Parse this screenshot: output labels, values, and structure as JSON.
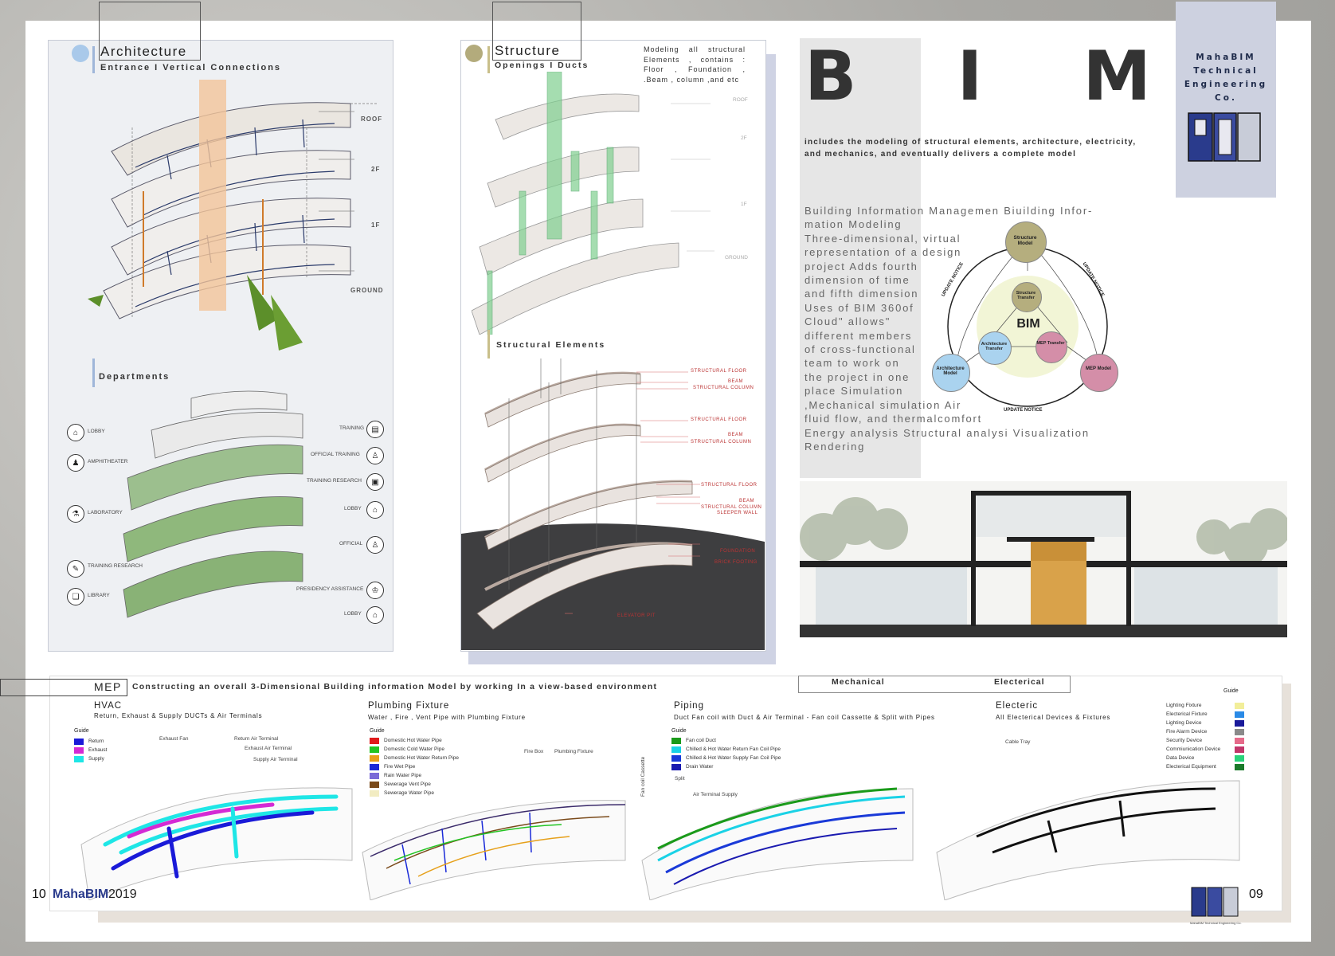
{
  "architecture": {
    "title": "Architecture",
    "subtitle": "Entrance I Vertical Connections",
    "levels": [
      "ROOF",
      "2F",
      "1F",
      "GROUND"
    ],
    "departments_title": "Departments",
    "departments_left": [
      "LOBBY",
      "AMPHITHEATER",
      "LABORATORY",
      "TRAINING RESEARCH",
      "LIBRARY"
    ],
    "departments_right": [
      "TRAINING",
      "OFFICIAL TRAINING",
      "TRAINING RESEARCH",
      "LOBBY",
      "OFFICIAL",
      "PRESIDENCY ASSISTANCE",
      "LOBBY"
    ]
  },
  "structure": {
    "title": "Structure",
    "subtitle": "Openings I Ducts",
    "description": "Modeling all structural Elements , contains : Floor , Foundation , .Beam , column ,and etc",
    "levels": [
      "ROOF",
      "2F",
      "1F",
      "GROUND"
    ],
    "elements_title": "Structural Elements",
    "element_labels": [
      "STRUCTURAL FLOOR",
      "BEAM",
      "STRUCTURAL COLUMN",
      "STRUCTURAL FLOOR",
      "BEAM",
      "STRUCTURAL COLUMN",
      "STRUCTURAL FLOOR",
      "BEAM",
      "STRUCTURAL COLUMN",
      "SLEEPER WALL",
      "FOUNDATION",
      "BRICK FOOTING",
      "ELEVATOR PIT"
    ]
  },
  "bim": {
    "title": "B I M",
    "intro": "includes the modeling of structural elements, architecture, electricity, and mechanics, and eventually delivers a complete model",
    "para_lines": [
      "Building Information Managemen Biuilding Infor-",
      "mation Modeling",
      "Three-dimensional, virtual",
      "representation of a design",
      "project Adds fourth",
      "dimension of time",
      "and fifth dimension",
      "Uses of BIM 360of",
      "Cloud\" allows\"",
      "different members",
      "of cross-functional",
      "team to work on",
      "the project in one",
      "place Simulation",
      ",Mechanical simulation Air",
      "fluid flow, and thermalcomfort",
      "Energy analysis  Structural analysi  Visualization",
      "Rendering"
    ],
    "diagram": {
      "center": "BIM",
      "nodes": {
        "structure_model": "Structure Model",
        "structure_transfer": "Structure Transfer",
        "architecture_transfer": "Architecture Transfer",
        "mep_transfer": "MEP Transfer",
        "architecture_model": "Architecture Model",
        "mep_model": "MEP Model"
      },
      "update_notice": "UPDATE NOTICE"
    }
  },
  "logo": {
    "line1": "MahaBIM",
    "line2": "Technical",
    "line3": "Engineering Co."
  },
  "mep": {
    "title": "MEP",
    "headline": "Constructing an overall 3-Dimensional Building information Model by working In a view-based environment",
    "tabs": [
      "Mechanical",
      "Electerical"
    ],
    "guide_label": "Guide",
    "hvac": {
      "title": "HVAC",
      "subtitle": "Return, Exhaust & Supply DUCTs & Air Terminals",
      "guide": [
        {
          "label": "Return",
          "color": "#1a1ad8"
        },
        {
          "label": "Exhaust",
          "color": "#d42ad4"
        },
        {
          "label": "Supply",
          "color": "#1ee6e6"
        }
      ],
      "callouts": [
        "Exhaust Fan",
        "Return Air Terminal",
        "Exhaust Air Terminal",
        "Supply Air Terminal"
      ]
    },
    "plumbing": {
      "title": "Plumbing Fixture",
      "subtitle": "Water , Fire , Vent Pipe with Plumbing Fixture",
      "guide": [
        {
          "label": "Domestic Hot Water Pipe",
          "color": "#e01a1a"
        },
        {
          "label": "Domestic Cold Water Pipe",
          "color": "#22c422"
        },
        {
          "label": "Domestic Hot Water Return Pipe",
          "color": "#e6a01a"
        },
        {
          "label": "Fire Wet Pipe",
          "color": "#1a2ad8"
        },
        {
          "label": "Rain Water Pipe",
          "color": "#7a6ad8"
        },
        {
          "label": "Sewerage Vent Pipe",
          "color": "#7a4a1a"
        },
        {
          "label": "Sewerage Water Pipe",
          "color": "#f2ecc2"
        }
      ],
      "callouts": [
        "Fire Box",
        "Plumbing Fixture"
      ]
    },
    "piping": {
      "title": "Piping",
      "subtitle": "Duct Fan coil with Duct & Air Terminal - Fan coil Cassette & Split with Pipes",
      "guide": [
        {
          "label": "Fan coil Duct",
          "color": "#1a9a1a"
        },
        {
          "label": "Chilled & Hot Water Return Fan Coil Pipe",
          "color": "#1ad2e6"
        },
        {
          "label": "Chilled & Hot Water Supply Fan Coil Pipe",
          "color": "#1a3ad8"
        },
        {
          "label": "Drain Water",
          "color": "#1a1ab0"
        }
      ],
      "callouts": [
        "Split",
        "Air Terminal Supply",
        "Fan coil Cassette"
      ]
    },
    "electric": {
      "title": "Electeric",
      "subtitle": "All Electerical Devices & Fixtures",
      "guide": [
        {
          "label": "Lighting Fixture",
          "color": "#f2ee9a"
        },
        {
          "label": "Electerical Fixture",
          "color": "#2a8ae6"
        },
        {
          "label": "Lighting Device",
          "color": "#1a1a9a"
        },
        {
          "label": "Fire Alarm Device",
          "color": "#8a8a8a"
        },
        {
          "label": "Security Device",
          "color": "#e66a8a"
        },
        {
          "label": "Commiunication Device",
          "color": "#c2366a"
        },
        {
          "label": "Data Device",
          "color": "#2ad27a"
        },
        {
          "label": "Electerical Equipment",
          "color": "#1a7a2a"
        }
      ],
      "callouts": [
        "Cable Tray"
      ]
    }
  },
  "footer": {
    "page_left": "10",
    "brand": "MahaBIM",
    "year": "2019",
    "page_right": "09",
    "small_logo_text": "MahaBIM Technical Engineering Co."
  }
}
